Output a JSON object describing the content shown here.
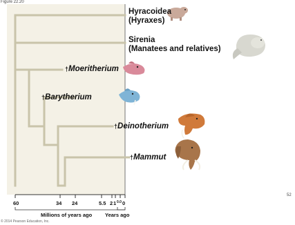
{
  "figure_label": "Figure 22.20",
  "copyright": "© 2014 Pearson Education, Inc.",
  "slide_number": "52",
  "taxa": [
    {
      "id": "hyracoidea",
      "name": "Hyracoidea",
      "subtitle": "(Hyraxes)",
      "extinct": false,
      "icon": "hyrax-icon",
      "color": "#c9a99a"
    },
    {
      "id": "sirenia",
      "name": "Sirenia",
      "subtitle": "(Manatees and relatives)",
      "extinct": false,
      "icon": "manatee-icon",
      "color": "#d8d8d0"
    },
    {
      "id": "moeritherium",
      "name": "Moeritherium",
      "extinct": true,
      "dagger": "†",
      "icon": "moeritherium-icon",
      "color": "#d98a9a"
    },
    {
      "id": "barytherium",
      "name": "Barytherium",
      "extinct": true,
      "dagger": "†",
      "icon": "barytherium-icon",
      "color": "#7fb4d6"
    },
    {
      "id": "deinotherium",
      "name": "Deinotherium",
      "extinct": true,
      "dagger": "†",
      "icon": "deinotherium-icon",
      "color": "#d07a3a"
    },
    {
      "id": "mammut",
      "name": "Mammut",
      "extinct": true,
      "dagger": "†",
      "icon": "mammut-icon",
      "color": "#a8754a"
    }
  ],
  "axis": {
    "ticks": [
      "60",
      "34",
      "24",
      "5.5",
      "2",
      "1",
      "0.0",
      "0"
    ],
    "caption_left": "Millions of years ago",
    "caption_right": "Years ago"
  },
  "colors": {
    "panel": "#f4f1e6",
    "branch": "#c9c4aa",
    "axis": "#333333"
  }
}
